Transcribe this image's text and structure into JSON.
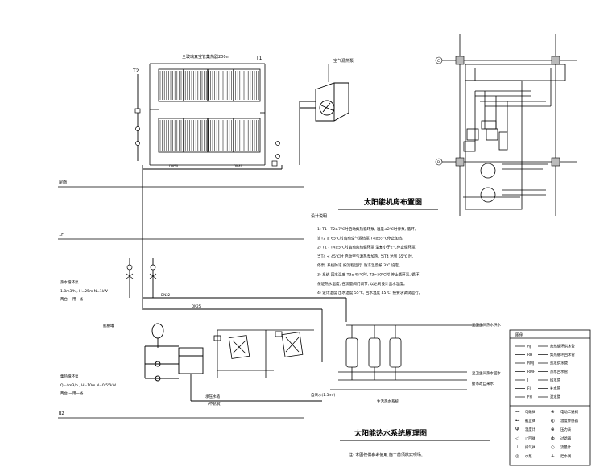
{
  "diagram": {
    "labels": {
      "collector_top": "全玻璃真空管集热器200m",
      "sensor_t2": "T2",
      "sensor_t1": "T1",
      "air_source": "空气源热泵",
      "floor_roof": "屋面",
      "floor_f1": "1F",
      "floor_b2": "B2",
      "pump_left_1": "热水循环泵",
      "pump_left_2": "1.8m3/h , H=25m N=1kW",
      "pump_left_3": "两台,一用一备",
      "pump_left_4": "集热循环泵",
      "pump_left_5": "Q=4m3/h , H=10m N=0.55kW",
      "pump_left_6": "两台,一用一备",
      "tank_exp": "膨胀罐",
      "tank_label": "承压水箱",
      "tank_sub": "(不锈钢)",
      "right_out_1": "至卫生间热水供水",
      "right_out_2": "至卫生间热水回水",
      "right_out_3": "接市政自来水",
      "bottom_note": "自来水(1.5m³)",
      "bottom_note2": "生活热水系统",
      "pipe_dn50": "DN50",
      "pipe_dn40": "DN40",
      "pipe_dn32": "DN32",
      "pipe_dn25": "DN25"
    },
    "title_main": "太阳能热水系统原理图",
    "title_note": "注: 本图仅供参考使用,施工前须核实现场。"
  },
  "plan": {
    "title": "太阳能机房布置图",
    "grid_c": "C",
    "grid_b": "B"
  },
  "notes": {
    "heading": "设计说明",
    "lines": [
      "1) T1 - T2≥7℃时启动集热循环泵, 温差≤2℃时停泵, 循环,",
      "   当T2 ≥ 65℃时启动空气源热泵 T4≥55℃停止加热。",
      "2) T1 - T4≥5℃时启动集热循环泵 温差小于2℃停止循环泵,",
      "   当T4 < 45℃时 启动空气源热泵加热, 当T4 达到 55℃ 时,",
      "   停泵, 系统防冻 按流程运行, 防冻温度按 3℃ 设定。",
      "3) 系统 回水温度 T3≤45℃时, T3>50℃时 停止循环泵, 循环,",
      "   保证热水温度, 各流量阀门调节, 以达到设计出水温度。",
      "4) 设计温度 出水温度 55℃, 回水温度 45℃, 按要求调试运行。"
    ]
  },
  "legend": {
    "title": "图例",
    "lines": [
      {
        "code": "RJ",
        "text": "集热循环供水管"
      },
      {
        "code": "RH",
        "text": "集热循环回水管"
      },
      {
        "code": "RMJ",
        "text": "热水供水管"
      },
      {
        "code": "RMH",
        "text": "热水回水管"
      },
      {
        "code": "J",
        "text": "给水管"
      },
      {
        "code": "FJ",
        "text": "补水管"
      },
      {
        "code": "FH",
        "text": "泄水管"
      }
    ],
    "symbols": [
      {
        "sym": "⊶",
        "text": "电磁阀",
        "sym2": "⊗",
        "text2": "电动二通阀"
      },
      {
        "sym": "⊷",
        "text": "截止阀",
        "sym2": "◐",
        "text2": "温度传感器"
      },
      {
        "sym": "Ψ",
        "text": "温度计",
        "sym2": "⊕",
        "text2": "压力表"
      },
      {
        "sym": "◁",
        "text": "止回阀",
        "sym2": "ф",
        "text2": "过滤器"
      },
      {
        "sym": "⊥",
        "text": "排气阀",
        "sym2": "○",
        "text2": "流量计"
      },
      {
        "sym": "◎",
        "text": "水泵",
        "sym2": "⊥",
        "text2": "泄水阀"
      }
    ]
  }
}
